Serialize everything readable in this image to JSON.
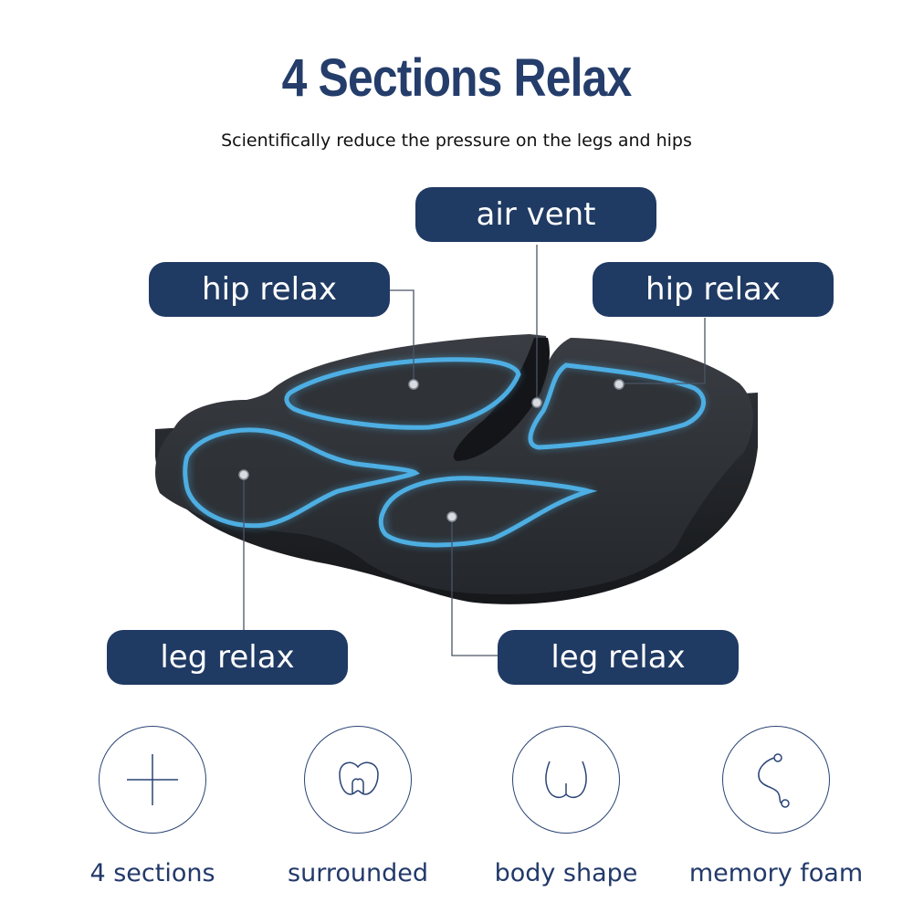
{
  "header": {
    "title": "4 Sections Relax",
    "subtitle": "Scientifically reduce the pressure on the legs and hips"
  },
  "callouts": {
    "air_vent": "air vent",
    "hip_relax_left": "hip relax",
    "hip_relax_right": "hip relax",
    "leg_relax_left": "leg relax",
    "leg_relax_right": "leg relax"
  },
  "features": [
    {
      "label": "4 sections",
      "icon": "plus-icon"
    },
    {
      "label": "surrounded",
      "icon": "surround-cushion-icon"
    },
    {
      "label": "body shape",
      "icon": "body-shape-icon"
    },
    {
      "label": "memory foam",
      "icon": "memory-foam-icon"
    }
  ],
  "colors": {
    "title": "#243d6b",
    "pill": "#1f3a63",
    "cushion": "#2b2e33",
    "zone_glow": "#4fb4ea"
  }
}
